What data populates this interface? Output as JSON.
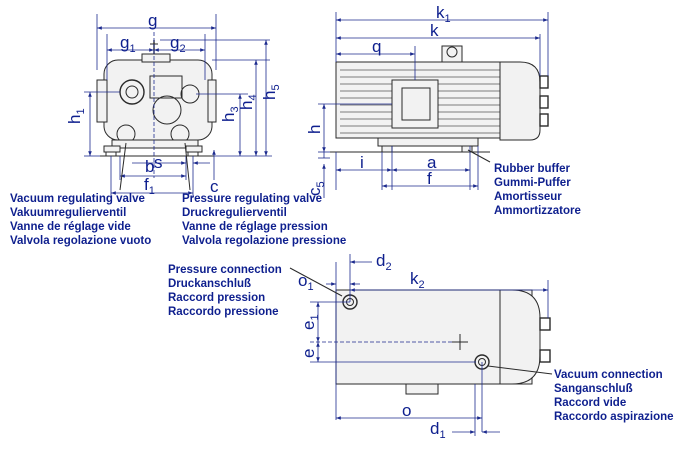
{
  "dimensions": {
    "g": "g",
    "g1": "g",
    "g1_sub": "1",
    "g2": "g",
    "g2_sub": "2",
    "h1": "h",
    "h1_sub": "1",
    "h3": "h",
    "h3_sub": "3",
    "h4": "h",
    "h4_sub": "4",
    "h5": "h",
    "h5_sub": "5",
    "b": "b",
    "s": "s",
    "c": "c",
    "f1": "f",
    "f1_sub": "1",
    "k1": "k",
    "k1_sub": "1",
    "k": "k",
    "q": "q",
    "h": "h",
    "c5": "c",
    "c5_sub": "5",
    "i": "i",
    "a": "a",
    "f": "f",
    "d2": "d",
    "d2_sub": "2",
    "o1": "o",
    "o1_sub": "1",
    "k2": "k",
    "k2_sub": "2",
    "e1": "e",
    "e1_sub": "1",
    "e": "e",
    "o": "o",
    "d1": "d",
    "d1_sub": "1"
  },
  "labels": {
    "vacuum_valve": [
      "Vacuum regulating valve",
      "Vakuumregulierventil",
      "Vanne de réglage vide",
      "Valvola regolazione vuoto"
    ],
    "pressure_valve": [
      "Pressure regulating valve",
      "Druckregulierventil",
      "Vanne de réglage pression",
      "Valvola regolazione pressione"
    ],
    "rubber_buffer": [
      "Rubber buffer",
      "Gummi-Puffer",
      "Amortisseur",
      "Ammortizzatore"
    ],
    "pressure_connection": [
      "Pressure connection",
      "Druckanschluß",
      "Raccord pression",
      "Raccordo pressione"
    ],
    "vacuum_connection": [
      "Vacuum connection",
      "Sanganschluß",
      "Raccord vide",
      "Raccordo aspirazione"
    ]
  }
}
